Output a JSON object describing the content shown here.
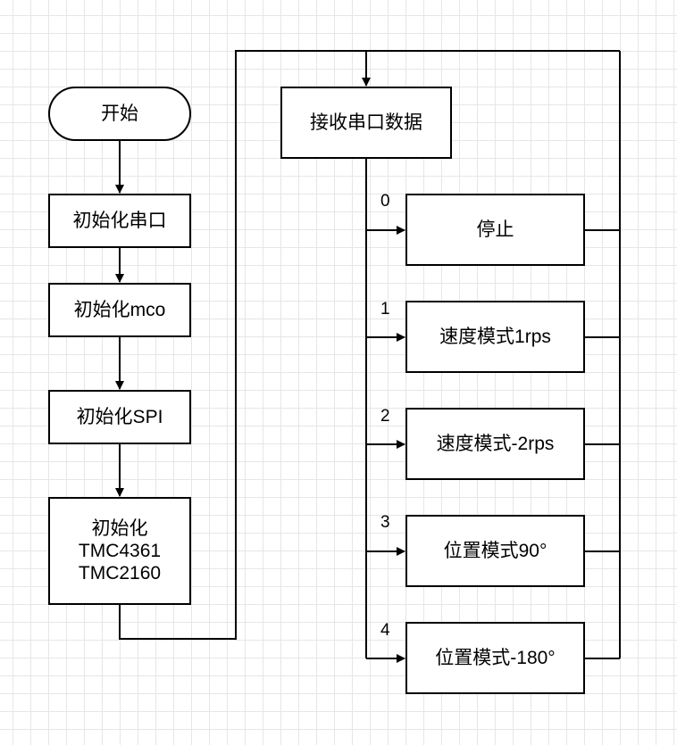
{
  "flowchart": {
    "start": "开始",
    "init_uart": "初始化串口",
    "init_mco": "初始化mco",
    "init_spi": "初始化SPI",
    "init_tmc": [
      "初始化",
      "TMC4361",
      "TMC2160"
    ],
    "receive": "接收串口数据",
    "branches": [
      {
        "label": "0",
        "action": "停止"
      },
      {
        "label": "1",
        "action": "速度模式1rps"
      },
      {
        "label": "2",
        "action": "速度模式-2rps"
      },
      {
        "label": "3",
        "action": "位置模式90°"
      },
      {
        "label": "4",
        "action": "位置模式-180°"
      }
    ]
  }
}
